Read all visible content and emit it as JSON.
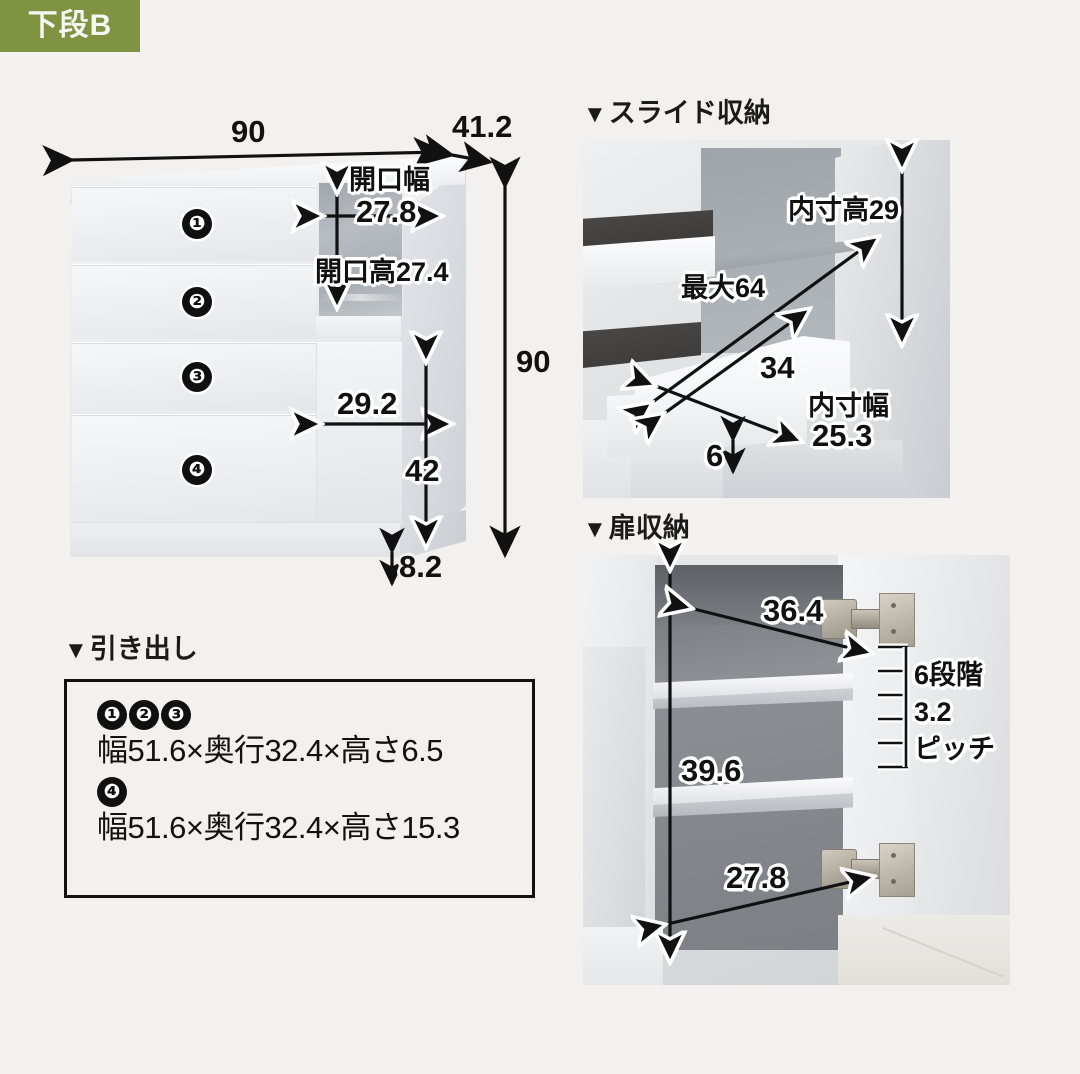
{
  "badge": {
    "label": "下段B",
    "color": "#7f9343"
  },
  "cabinet": {
    "drawer_numbers": [
      "❶",
      "❷",
      "❸",
      "❹"
    ],
    "dims": {
      "width": "90",
      "depth": "41.2",
      "height": "90",
      "opening_width_label": "開口幅",
      "opening_width": "27.8",
      "opening_height": "開口高27.4",
      "door_width": "29.2",
      "door_height": "42",
      "plinth_height": "8.2"
    }
  },
  "slide_storage": {
    "heading": "▼スライド収納",
    "heading_triangle": "▼",
    "heading_text": "スライド収納",
    "dims": {
      "inner_height": "内寸高29",
      "max_extension": "最大64",
      "depth": "34",
      "inner_width_label": "内寸幅",
      "inner_width": "25.3",
      "lip_height": "6"
    }
  },
  "door_storage": {
    "heading": "▼扉収納",
    "heading_triangle": "▼",
    "heading_text": "扉収納",
    "dims": {
      "top_depth": "36.4",
      "inner_height": "39.6",
      "bottom_depth": "27.8",
      "pitch_steps": "6段階",
      "pitch_value": "3.2",
      "pitch_unit": "ピッチ"
    }
  },
  "drawer_spec": {
    "heading_triangle": "▼",
    "heading_text": "引き出し",
    "groups": [
      {
        "bullets": [
          "❶",
          "❷",
          "❸"
        ],
        "spec": "幅51.6×奥行32.4×高さ6.5"
      },
      {
        "bullets": [
          "❹"
        ],
        "spec": "幅51.6×奥行32.4×高さ15.3"
      }
    ]
  }
}
